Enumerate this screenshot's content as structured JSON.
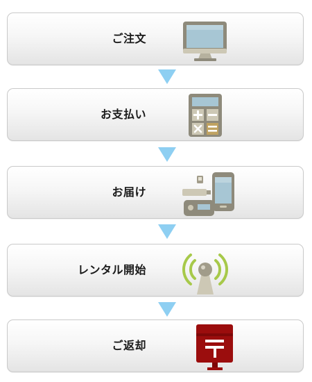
{
  "steps": [
    {
      "label": "ご注文",
      "icon": "computer-monitor-icon"
    },
    {
      "label": "お支払い",
      "icon": "calculator-icon"
    },
    {
      "label": "お届け",
      "icon": "devices-delivery-icon"
    },
    {
      "label": "レンタル開始",
      "icon": "wifi-signal-icon"
    },
    {
      "label": "ご返却",
      "icon": "postbox-icon"
    }
  ],
  "colors": {
    "arrow": "#8ecff2",
    "postbox": "#9b0d0d",
    "signal": "#a7c94a"
  }
}
